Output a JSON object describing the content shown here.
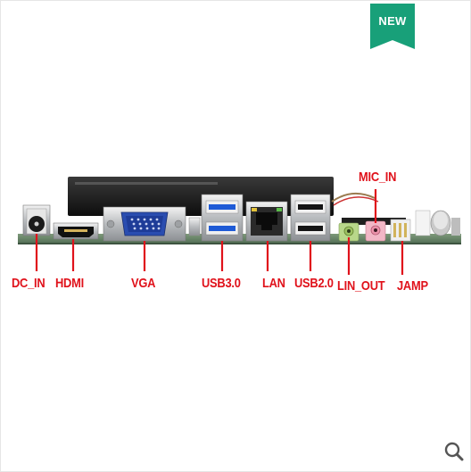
{
  "badge": {
    "text": "NEW",
    "color": "#18a079"
  },
  "label_color": "#e0121b",
  "ports": [
    {
      "id": "dc-in",
      "label": "DC_IN"
    },
    {
      "id": "hdmi",
      "label": "HDMI"
    },
    {
      "id": "vga",
      "label": "VGA"
    },
    {
      "id": "usb3",
      "label": "USB3.0"
    },
    {
      "id": "lan",
      "label": "LAN"
    },
    {
      "id": "usb2",
      "label": "USB2.0"
    },
    {
      "id": "mic-in",
      "label": "MIC_IN"
    },
    {
      "id": "lin-out",
      "label": "LIN_OUT"
    },
    {
      "id": "jamp",
      "label": "JAMP"
    }
  ],
  "icons": {
    "zoom": "magnifier-icon"
  }
}
